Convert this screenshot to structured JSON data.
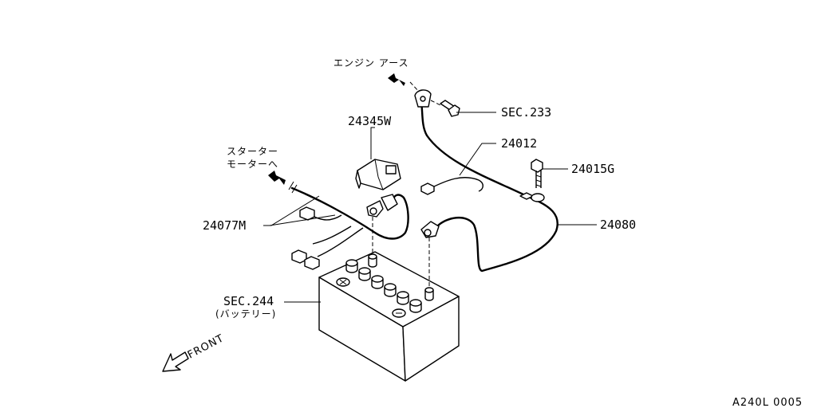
{
  "labels": {
    "engine_earth": "エンジン アース",
    "sec233": "SEC.233",
    "part_24345W": "24345W",
    "part_24012": "24012",
    "part_24015G": "24015G",
    "starter_line1": "スターター",
    "starter_line2": "モーターへ",
    "part_24077M": "24077M",
    "part_24080": "24080",
    "sec244": "SEC.244",
    "battery_jp": "(バッテリー)",
    "front": "FRONT",
    "diagram_code": "A240L 0005"
  }
}
